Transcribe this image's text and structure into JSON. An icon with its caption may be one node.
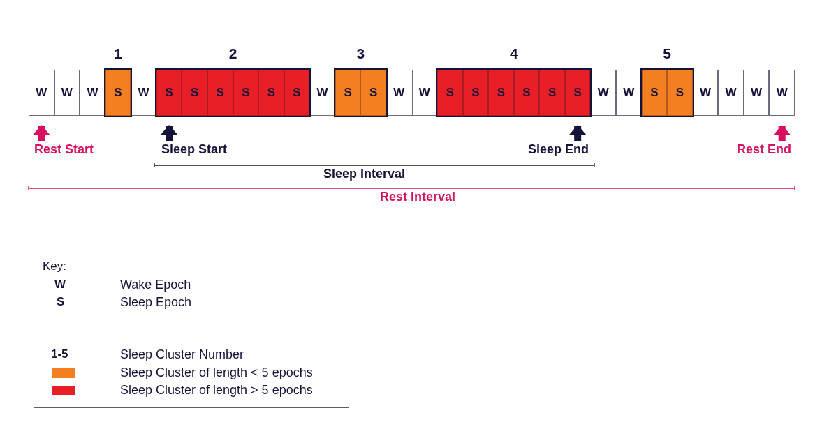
{
  "diagram": {
    "nodes": [
      {
        "text": [
          "W"
        ]
      },
      {
        "text": [
          "W"
        ]
      },
      {
        "text": [
          "W"
        ]
      },
      {
        "text": [
          "1"
        ]
      },
      {
        "text": [
          "S"
        ],
        "in": 3
      },
      {
        "text": [
          "W"
        ]
      },
      {
        "text": [
          "2"
        ]
      },
      {
        "text": [
          "S"
        ],
        "in": 6
      },
      {
        "text": [
          "S"
        ],
        "in": 6
      },
      {
        "text": [
          "S"
        ],
        "in": 6
      },
      {
        "text": [
          "S"
        ],
        "in": 6
      },
      {
        "text": [
          "S"
        ],
        "in": 6
      },
      {
        "text": [
          "S"
        ],
        "in": 6
      },
      {
        "text": [
          "W"
        ]
      },
      {
        "text": [
          "3"
        ]
      },
      {
        "text": [
          "S"
        ],
        "in": 14
      },
      {
        "text": [
          "S"
        ],
        "in": 14
      },
      {
        "text": [
          "W"
        ]
      },
      {
        "text": [
          "W"
        ]
      },
      {
        "text": [
          "4"
        ]
      },
      {
        "text": [
          "S"
        ],
        "in": 19
      },
      {
        "text": [
          "S"
        ],
        "in": 19
      },
      {
        "text": [
          "S"
        ],
        "in": 19
      },
      {
        "text": [
          "S"
        ],
        "in": 19
      },
      {
        "text": [
          "S"
        ],
        "in": 19
      },
      {
        "text": [
          "S"
        ],
        "in": 19
      },
      {
        "text": [
          "W"
        ]
      },
      {
        "text": [
          "W"
        ]
      },
      {
        "text": [
          "5"
        ]
      },
      {
        "text": [
          "S"
        ],
        "in": 28
      },
      {
        "text": [
          "S"
        ],
        "in": 28
      },
      {
        "text": [
          "W"
        ]
      },
      {
        "text": [
          "W"
        ]
      },
      {
        "text": [
          "W"
        ]
      },
      {
        "text": [
          "W"
        ]
      },
      {
        "text": [
          "Rest Start"
        ]
      },
      {
        "text": [
          "Sleep Start"
        ]
      },
      {
        "text": [
          "Sleep End"
        ]
      },
      {
        "text": [
          "Rest End"
        ]
      }
    ],
    "edges": [
      {
        "from": 35,
        "to": 0,
        "arrow": "to",
        "color": "#d6105f"
      },
      {
        "from": 36,
        "to": 7,
        "arrow": "to",
        "color": "#14143a"
      },
      {
        "from": 37,
        "to": 25,
        "arrow": "to",
        "color": "#14143a"
      },
      {
        "from": 38,
        "to": 34,
        "arrow": "to",
        "color": "#d6105f"
      }
    ],
    "labels": [
      "Sleep Interval",
      "Rest Interval",
      "Key:",
      "W",
      "S",
      "1-5"
    ],
    "legend": [
      {
        "text": "Wake Epoch"
      },
      {
        "text": "Sleep Epoch"
      },
      {
        "text": "Sleep Cluster Number"
      },
      {
        "text": "Sleep Cluster of length < 5 epochs",
        "color": "#f47f20"
      },
      {
        "text": "Sleep Cluster of length > 5 epochs",
        "color": "#e81f27"
      }
    ]
  }
}
